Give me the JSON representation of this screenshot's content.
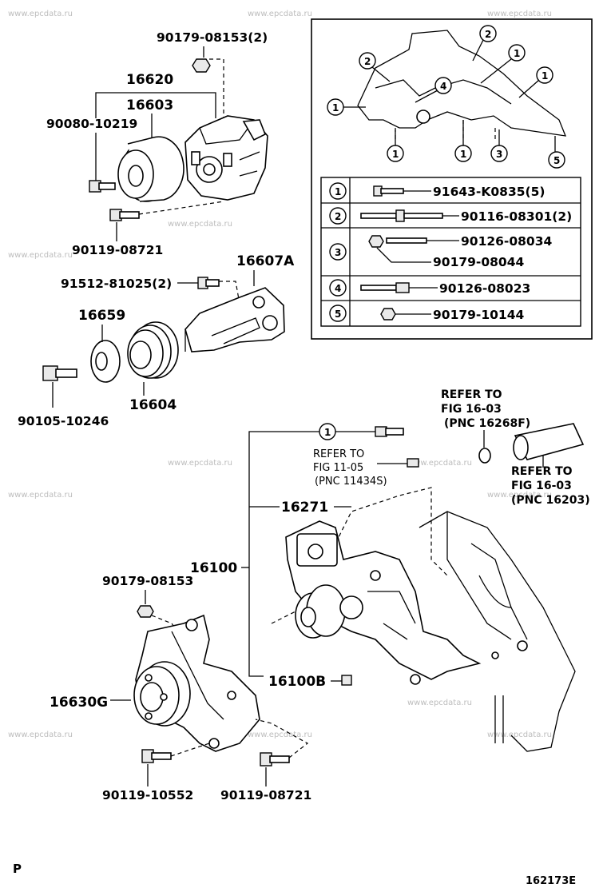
{
  "watermark": "www.epcdata.ru",
  "parts": {
    "p90179_08153_top": "90179-08153(2)",
    "p16620": "16620",
    "p16603": "16603",
    "p90080_10219": "90080-10219",
    "p90119_08721_top": "90119-08721",
    "p91512_81025": "91512-81025(2)",
    "p16607A": "16607A",
    "p16659": "16659",
    "p16604": "16604",
    "p90105_10246": "90105-10246",
    "p16271": "16271",
    "p16100": "16100",
    "p90179_08153_mid": "90179-08153",
    "p16100B": "16100B",
    "p16630G": "16630G",
    "p90119_10552": "90119-10552",
    "p90119_08721_bot": "90119-08721"
  },
  "refs": {
    "r1_l1": "REFER TO",
    "r1_l2": "FIG 16-03",
    "r1_l3": "(PNC 16268F)",
    "r2_l1": "REFER TO",
    "r2_l2": "FIG 11-05",
    "r2_l3": "(PNC 11434S)",
    "r3_l1": "REFER TO",
    "r3_l2": "FIG 16-03",
    "r3_l3": "(PNC 16203)"
  },
  "callout_one": "1",
  "inset": {
    "markers": [
      "2",
      "2",
      "1",
      "1",
      "4",
      "1",
      "1",
      "1",
      "3",
      "5"
    ],
    "legend": [
      {
        "num": "1",
        "parts": [
          "91643-K0835(5)"
        ]
      },
      {
        "num": "2",
        "parts": [
          "90116-08301(2)"
        ]
      },
      {
        "num": "3",
        "parts": [
          "90126-08034",
          "90179-08044"
        ]
      },
      {
        "num": "4",
        "parts": [
          "90126-08023"
        ]
      },
      {
        "num": "5",
        "parts": [
          "90179-10144"
        ]
      }
    ]
  },
  "footer": {
    "corner_letter": "P",
    "figure_id": "162173E"
  }
}
